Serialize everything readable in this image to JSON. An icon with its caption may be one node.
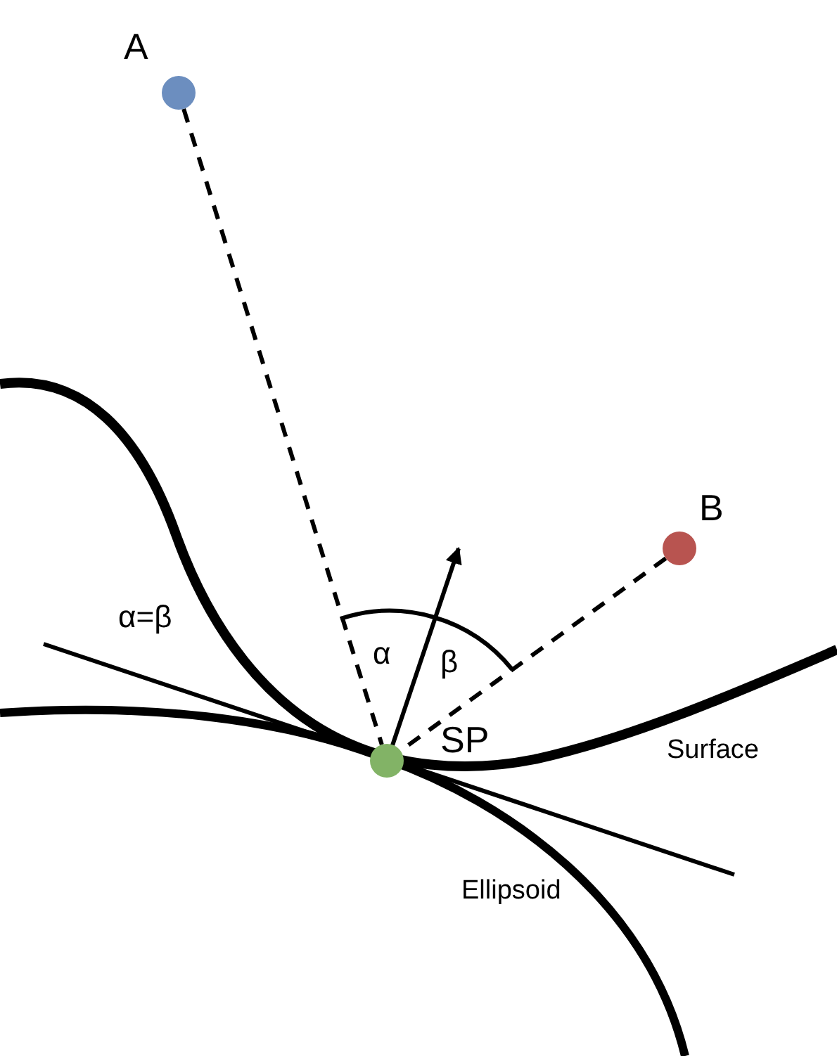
{
  "diagram": {
    "nodes": [
      {
        "text": [],
        "shape": "circle",
        "beside": [
          "A"
        ]
      },
      {
        "text": [],
        "shape": "circle",
        "beside": [
          "B"
        ]
      },
      {
        "text": [],
        "shape": "circle",
        "beside": [
          "SP"
        ]
      }
    ],
    "edges": [
      {
        "from": 0,
        "to": 2,
        "arrow": "none",
        "style": "dashed"
      },
      {
        "from": 1,
        "to": 2,
        "arrow": "none",
        "style": "dashed"
      }
    ],
    "labels": [
      "α=β",
      "α",
      "β",
      "Surface",
      "Ellipsoid"
    ]
  }
}
